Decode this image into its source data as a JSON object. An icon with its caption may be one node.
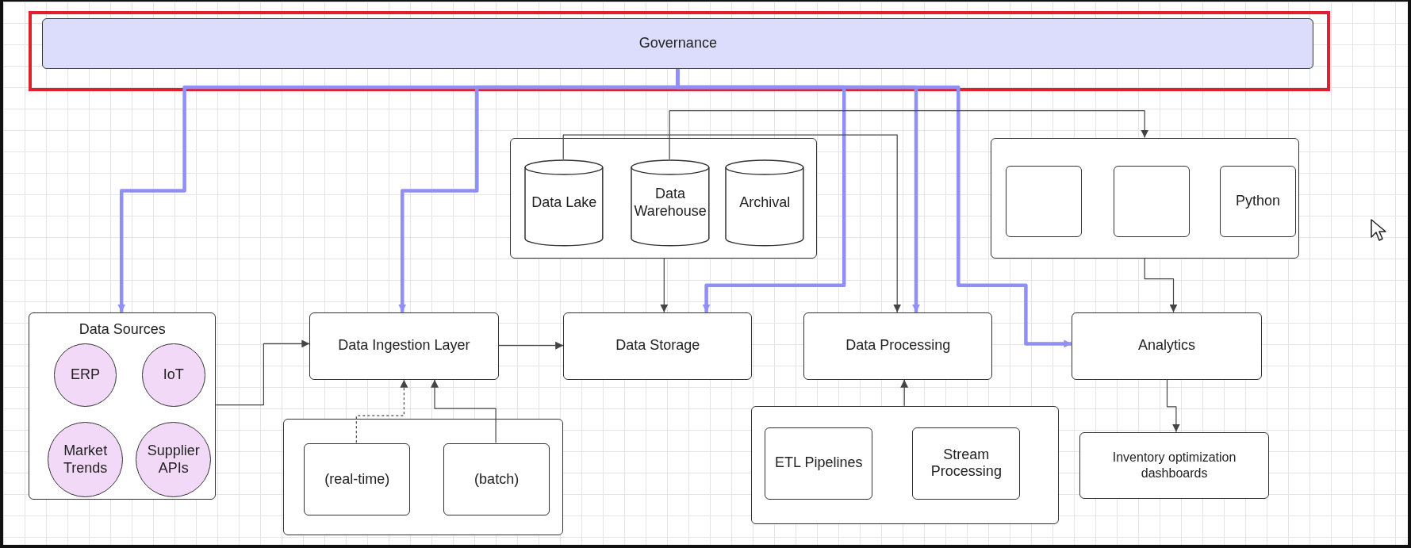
{
  "diagram": {
    "nodes": [
      {
        "text": [
          "Governance"
        ]
      },
      {
        "text": [],
        "shape": "box"
      },
      {
        "text": [
          "Data Lake"
        ],
        "in": 1
      },
      {
        "text": [
          "Data Warehouse"
        ],
        "in": 1
      },
      {
        "text": [
          "Archival"
        ],
        "in": 1
      },
      {
        "text": [],
        "shape": "box"
      },
      {
        "text": [],
        "shape": "box",
        "in": 5
      },
      {
        "text": [],
        "shape": "box",
        "in": 5
      },
      {
        "text": [
          "Python"
        ],
        "in": 5
      },
      {
        "text": [
          "Data Sources"
        ]
      },
      {
        "text": [
          "ERP"
        ],
        "in": 9
      },
      {
        "text": [
          "IoT"
        ],
        "in": 9
      },
      {
        "text": [
          "Market Trends"
        ],
        "in": 9
      },
      {
        "text": [
          "Supplier APIs"
        ],
        "in": 9
      },
      {
        "text": [
          "Data Ingestion Layer"
        ]
      },
      {
        "text": [
          "Data Storage"
        ]
      },
      {
        "text": [
          "Data Processing"
        ]
      },
      {
        "text": [
          "Analytics"
        ]
      },
      {
        "text": [],
        "shape": "box"
      },
      {
        "text": [
          "(real-time)"
        ],
        "in": 18
      },
      {
        "text": [
          "(batch)"
        ],
        "in": 18
      },
      {
        "text": [],
        "shape": "box"
      },
      {
        "text": [
          "ETL Pipelines"
        ],
        "in": 21
      },
      {
        "text": [
          "Stream Processing"
        ],
        "in": 21
      },
      {
        "text": [
          "Inventory optimization dashboards"
        ]
      }
    ],
    "edges": [
      {
        "from": 0,
        "to": 9,
        "arrow": "to",
        "style": "thick",
        "color": "#8f8ff5"
      },
      {
        "from": 0,
        "to": 14,
        "arrow": "to",
        "style": "thick",
        "color": "#8f8ff5"
      },
      {
        "from": 0,
        "to": 15,
        "arrow": "to",
        "style": "thick",
        "color": "#8f8ff5"
      },
      {
        "from": 0,
        "to": 16,
        "arrow": "to",
        "style": "thick",
        "color": "#8f8ff5"
      },
      {
        "from": 0,
        "to": 17,
        "arrow": "to",
        "style": "thick",
        "color": "#8f8ff5"
      },
      {
        "from": 2,
        "to": 16,
        "arrow": "to"
      },
      {
        "from": 3,
        "to": 5,
        "arrow": "to"
      },
      {
        "from": 1,
        "to": 15,
        "arrow": "to"
      },
      {
        "from": 5,
        "to": 17,
        "arrow": "to"
      },
      {
        "from": 9,
        "to": 14,
        "arrow": "to"
      },
      {
        "from": 14,
        "to": 15,
        "arrow": "to"
      },
      {
        "from": 19,
        "to": 14,
        "arrow": "to",
        "style": "dashed"
      },
      {
        "from": 20,
        "to": 14,
        "arrow": "to"
      },
      {
        "from": 21,
        "to": 16,
        "arrow": "to"
      },
      {
        "from": 17,
        "to": 24,
        "arrow": "to"
      }
    ]
  }
}
